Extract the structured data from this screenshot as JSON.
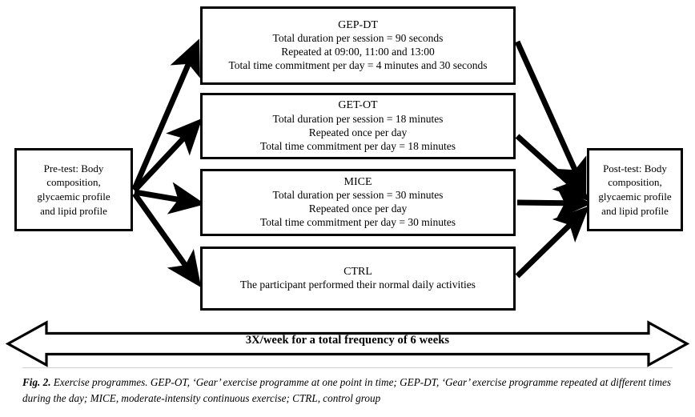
{
  "figure": {
    "label": "Fig. 2.",
    "caption_rest": " Exercise programmes. GEP-OT, ‘Gear’ exercise programme at one point in time; GEP-DT, ‘Gear’ exercise programme repeated at different times during the day; MICE, moderate-intensity continuous exercise; CTRL, control group",
    "colors": {
      "ink": "#000000",
      "background": "#ffffff"
    }
  },
  "diagram": {
    "type": "flow",
    "pretest": {
      "lines": [
        "Pre-test: Body",
        "composition,",
        "glycaemic profile",
        "and lipid profile"
      ]
    },
    "posttest": {
      "lines": [
        "Post-test: Body",
        "composition,",
        "glycaemic profile",
        "and lipid profile"
      ]
    },
    "groups": [
      {
        "id": "gep-dt",
        "title": "GEP-DT",
        "lines": [
          "Total duration per session = 90 seconds",
          "Repeated at 09:00, 11:00 and 13:00",
          "Total time commitment per day = 4 minutes and 30 seconds"
        ]
      },
      {
        "id": "get-ot",
        "title": "GET-OT",
        "lines": [
          "Total duration per session = 18 minutes",
          "Repeated once per day",
          "Total time commitment per day = 18 minutes"
        ]
      },
      {
        "id": "mice",
        "title": "MICE",
        "lines": [
          "Total duration per session = 30 minutes",
          "Repeated once per day",
          "Total time commitment per day = 30 minutes"
        ]
      },
      {
        "id": "ctrl",
        "title": "CTRL",
        "lines": [
          "The participant performed their normal daily activities"
        ]
      }
    ],
    "timeline": {
      "label": "3X/week for a total frequency of 6 weeks",
      "arrow": "double-headed-horizontal-arrow"
    }
  }
}
